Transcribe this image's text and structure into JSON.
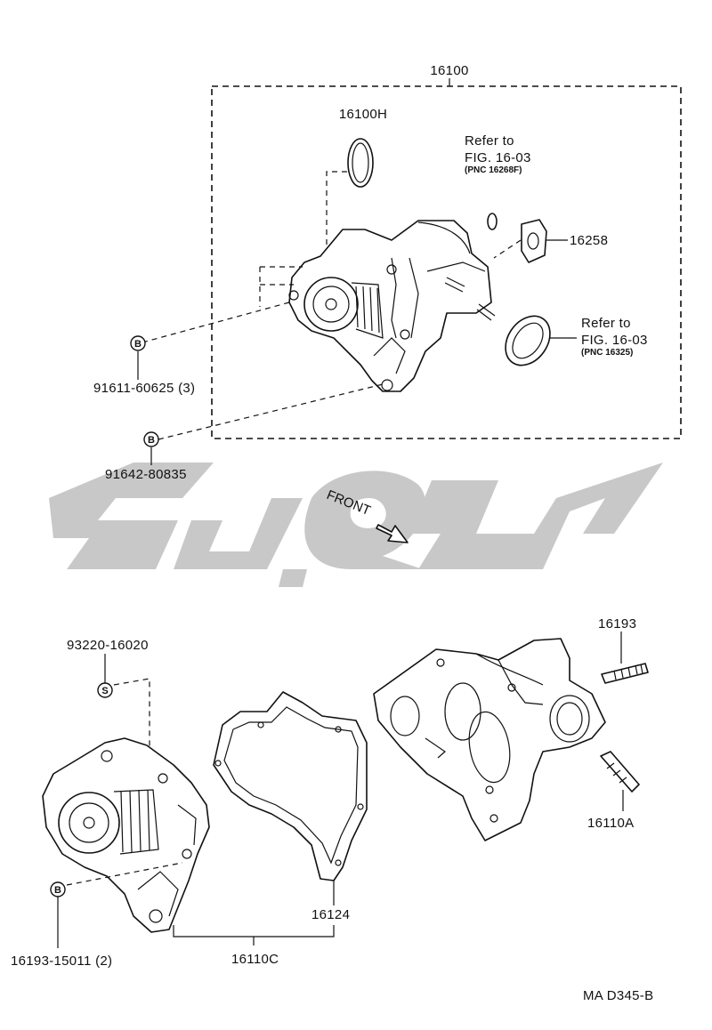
{
  "labels": {
    "assy_top": "16100",
    "o_ring": "16100H",
    "refer1_line1": "Refer to",
    "refer1_line2": "FIG. 16-03",
    "refer1_pnc": "(PNC 16268F)",
    "gasket_small": "16258",
    "refer2_line1": "Refer to",
    "refer2_line2": "FIG. 16-03",
    "refer2_pnc": "(PNC 16325)",
    "bolt1": "91611-60625 (3)",
    "bolt2": "91642-80835",
    "front": "FRONT",
    "washer": "93220-16020",
    "stud_top": "16193",
    "stud_side": "16110A",
    "gasket_large": "16124",
    "assy_bottom": "16110C",
    "bolt3": "16193-15011 (2)",
    "figure_code": "MA D345-B"
  },
  "markers": {
    "b1": "B",
    "b2": "B",
    "s1": "S",
    "b3": "B"
  },
  "watermark": {
    "color": "#c8c8c8"
  }
}
